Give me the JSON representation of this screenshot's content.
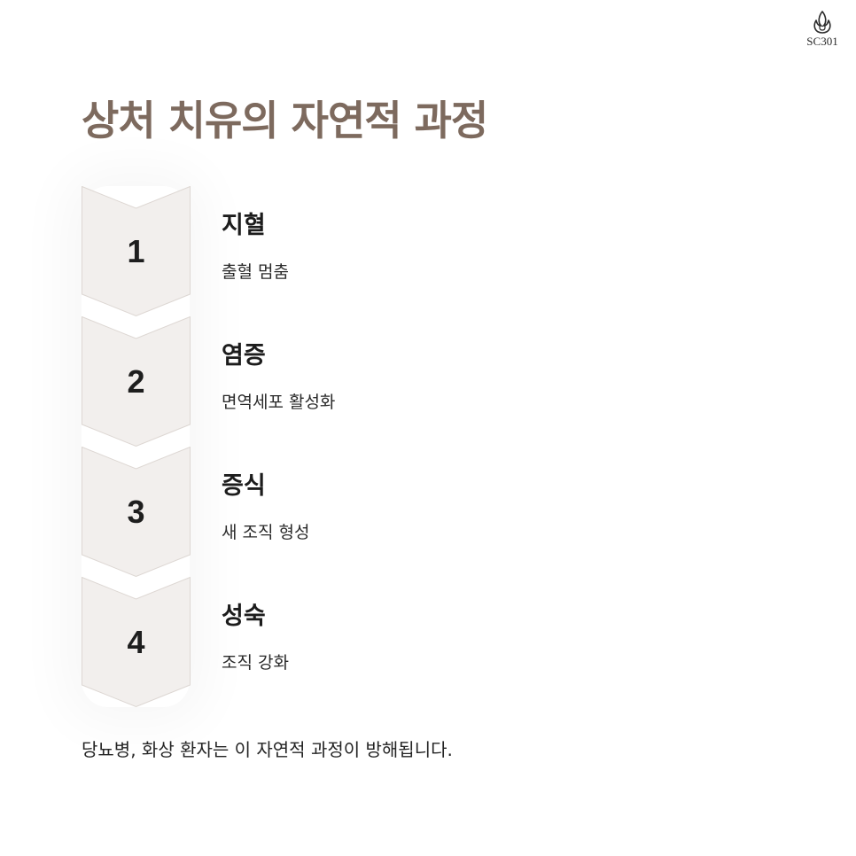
{
  "logo": {
    "text": "SC301",
    "icon": "flame-logo-icon"
  },
  "title": "상처 치유의 자연적 과정",
  "steps": [
    {
      "number": "1",
      "title": "지혈",
      "desc": "출혈 멈춤"
    },
    {
      "number": "2",
      "title": "염증",
      "desc": "면역세포 활성화"
    },
    {
      "number": "3",
      "title": "증식",
      "desc": "새 조직 형성"
    },
    {
      "number": "4",
      "title": "성숙",
      "desc": "조직 강화"
    }
  ],
  "footnote": "당뇨병, 화상 환자는 이 자연적 과정이 방해됩니다.",
  "colors": {
    "title": "#7d6a5e",
    "chevron_fill": "#f2efed",
    "chevron_stroke": "#ddd7d3",
    "text": "#1c1c1c"
  }
}
